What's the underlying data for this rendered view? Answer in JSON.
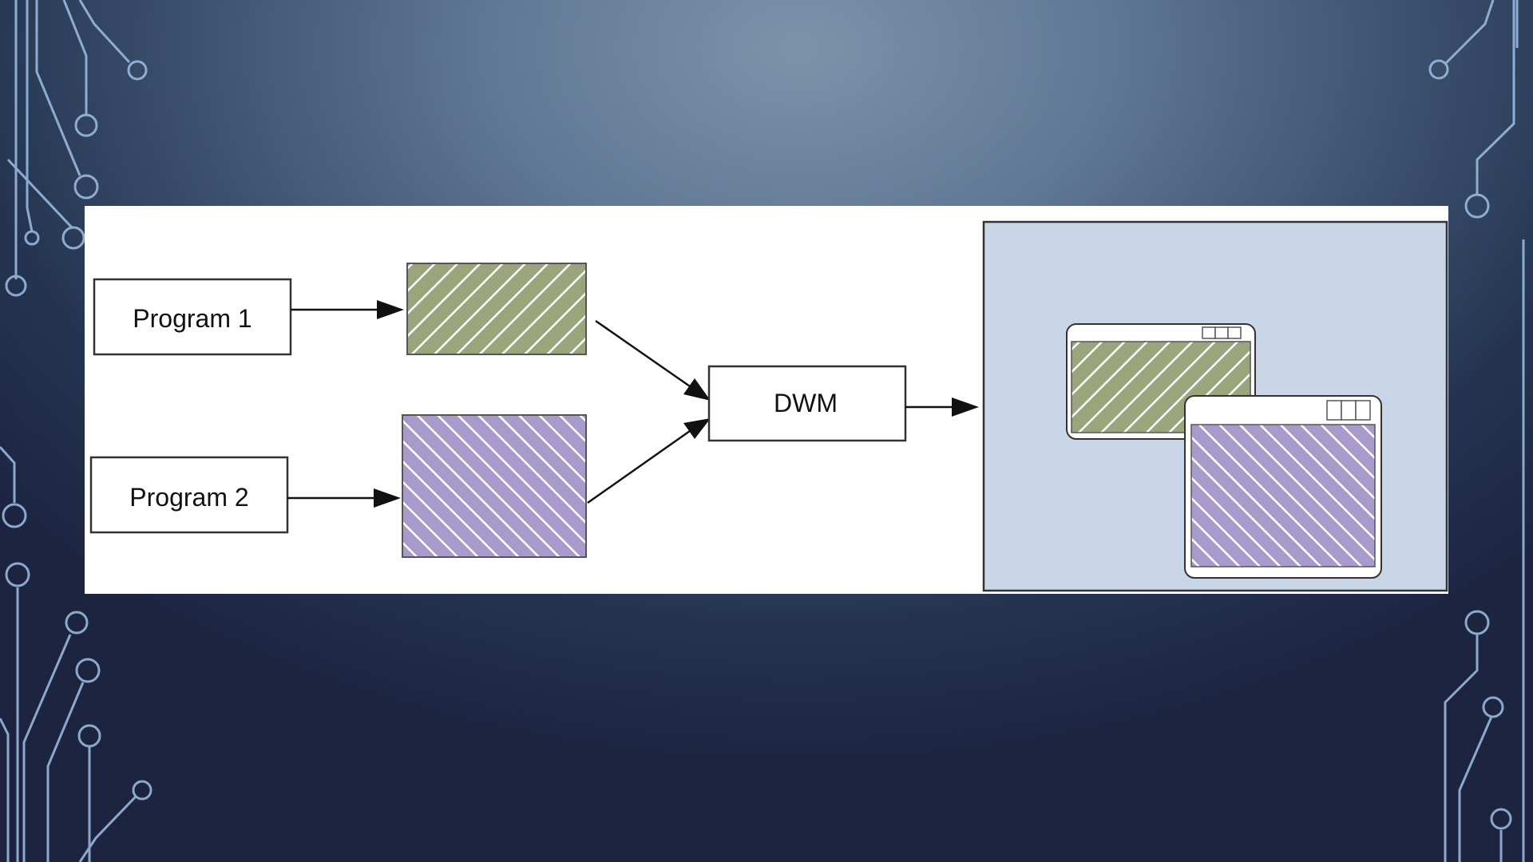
{
  "diagram": {
    "program1_label": "Program 1",
    "program2_label": "Program 2",
    "dwm_label": "DWM"
  },
  "colors": {
    "program1_buffer": "#9aa57c",
    "program2_buffer": "#a89bcb",
    "desktop_background": "#c8d6e8",
    "circuit_lines": "#9fc0e6"
  }
}
